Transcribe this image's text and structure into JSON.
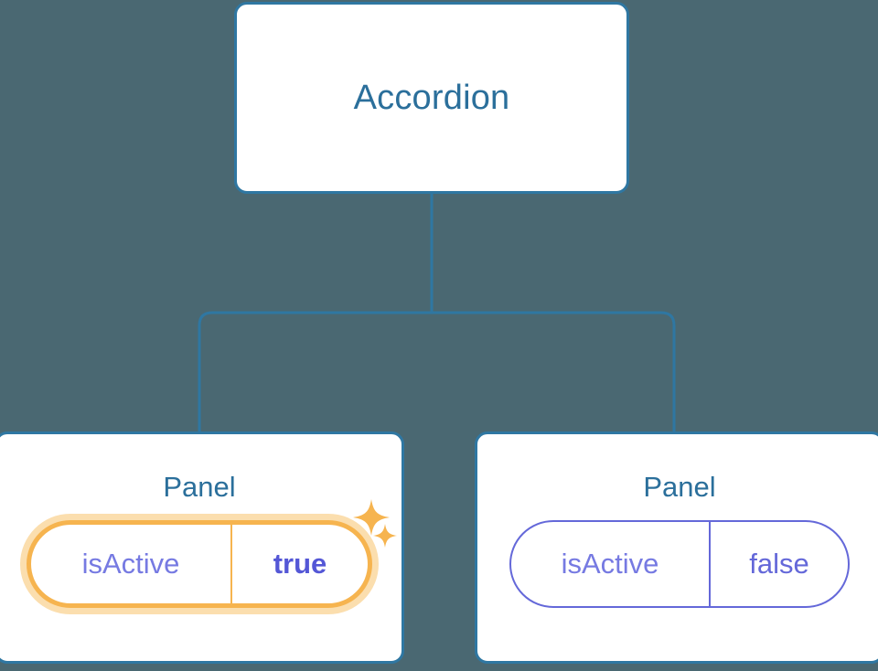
{
  "diagram": {
    "type": "component-tree",
    "background_color": "#4a6872",
    "edge_color": "#2f77a2",
    "root": {
      "label": "Accordion"
    },
    "children": [
      {
        "label": "Panel",
        "highlighted": true,
        "prop": {
          "key": "isActive",
          "value": "true",
          "value_emphasis": "bold",
          "highlight_color": "#f6b44f",
          "highlight_glow_color": "#fbdeae"
        },
        "sparkles": [
          {
            "name": "sparkle-large"
          },
          {
            "name": "sparkle-small"
          }
        ]
      },
      {
        "label": "Panel",
        "highlighted": false,
        "prop": {
          "key": "isActive",
          "value": "false",
          "value_emphasis": "normal",
          "border_color": "#6468d9"
        }
      }
    ],
    "colors": {
      "card_background": "#ffffff",
      "card_border": "#2f77a2",
      "node_text": "#2b6f9b",
      "prop_key_text": "#767ae2",
      "prop_value_text": "#6468d9",
      "prop_value_bold_text": "#5457d6",
      "accent_orange": "#f6b44f",
      "accent_orange_glow": "#fbdeae"
    }
  }
}
